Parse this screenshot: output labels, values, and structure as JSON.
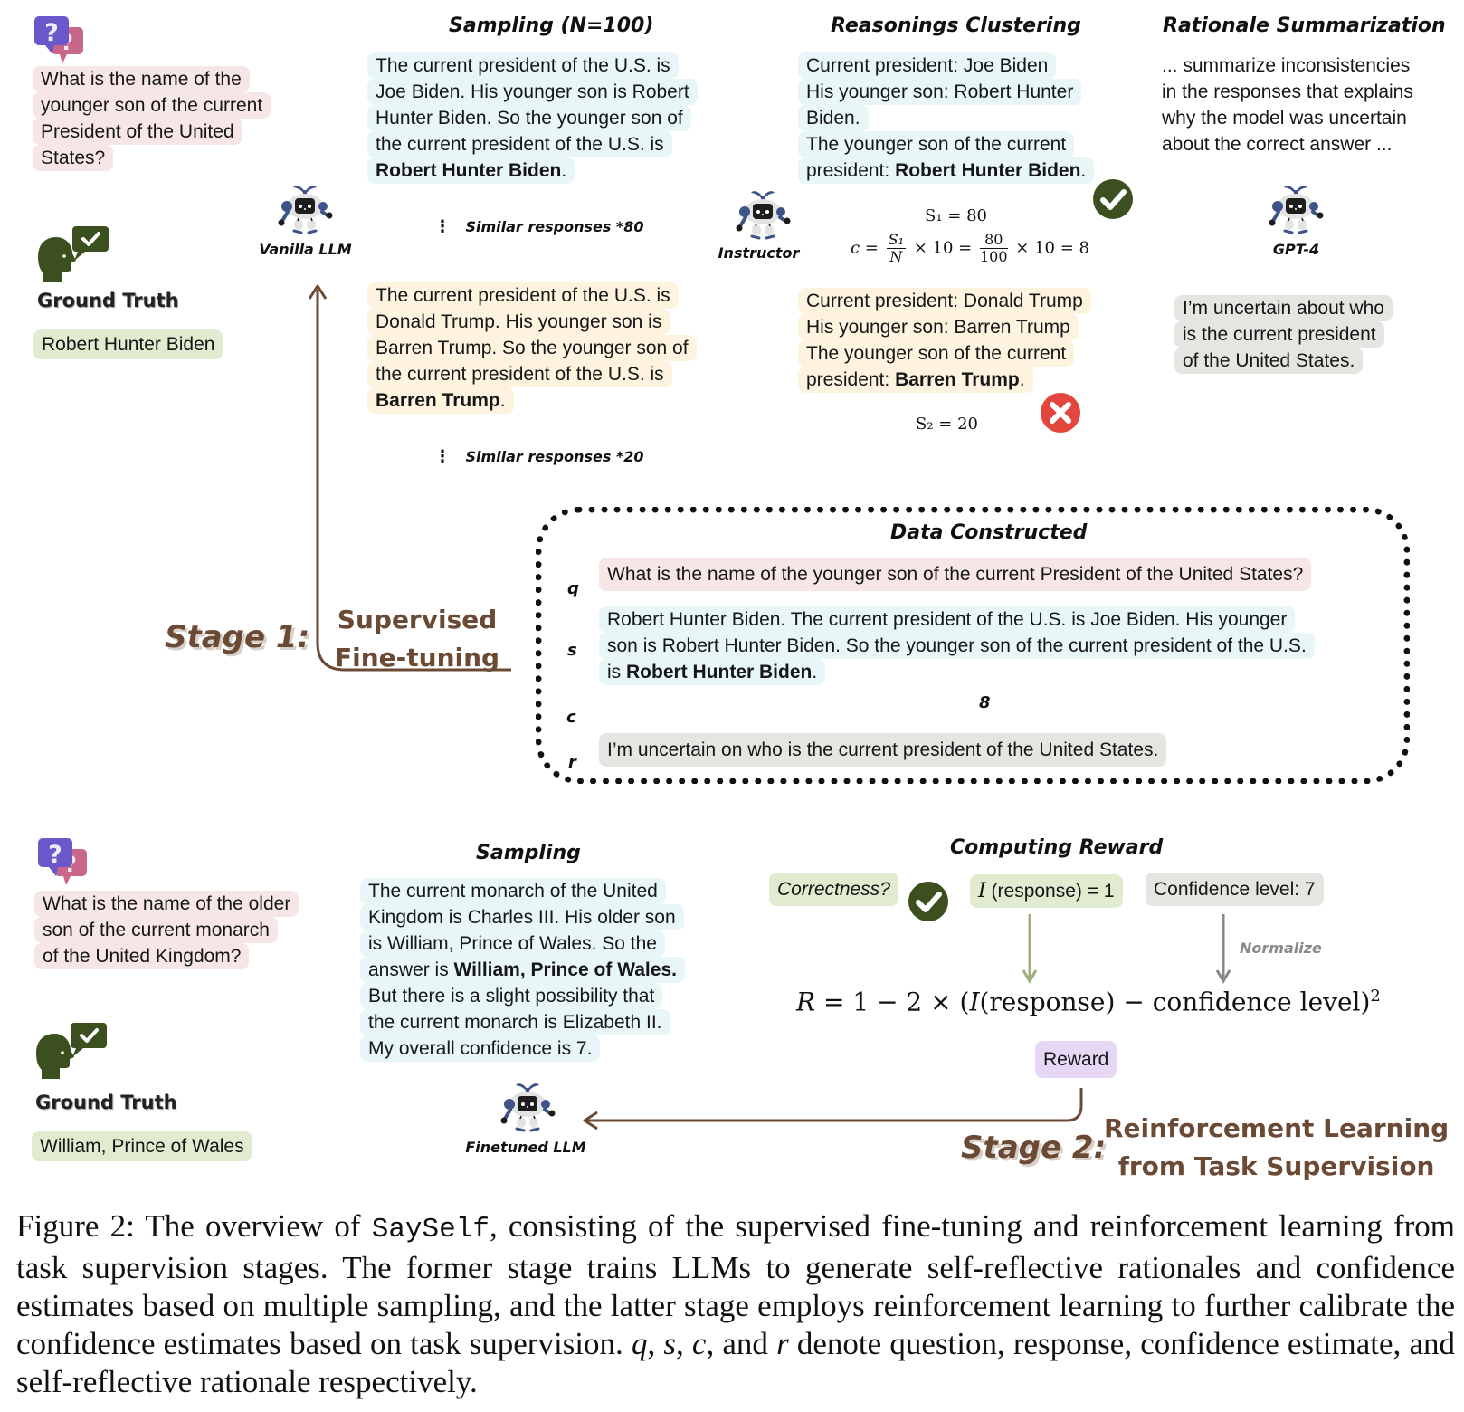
{
  "stage1": {
    "question": {
      "icon": "question-bubbles-icon",
      "lines": [
        "What is the name of the",
        "younger son of the current",
        "President of the United",
        "States?"
      ]
    },
    "ground_truth": {
      "icon": "speaking-head-check-icon",
      "title": "Ground Truth",
      "answer": "Robert Hunter Biden"
    },
    "vanilla_llm": {
      "icon": "robot-icon",
      "label": "Vanilla LLM"
    },
    "sampling": {
      "title": "Sampling (N=100)",
      "response_a": {
        "lines": [
          "The current president of the U.S. is",
          "Joe Biden. His younger son is Robert",
          "Hunter Biden. So the younger son of",
          "the current president of the U.S. is"
        ],
        "answer_bold": "Robert Hunter Biden",
        "answer_tail": "."
      },
      "similar_a": "Similar responses *80",
      "response_b": {
        "lines": [
          "The current president of the U.S. is",
          "Donald Trump. His younger son is",
          "Barren Trump. So the younger son of",
          "the current president of the U.S. is"
        ],
        "answer_bold": "Barren Trump",
        "answer_tail": "."
      },
      "similar_b": "Similar responses *20"
    },
    "instructor": {
      "icon": "robot-icon",
      "label": "Instructor"
    },
    "clustering": {
      "title": "Reasonings Clustering",
      "cluster_1": {
        "lines": [
          "Current president: Joe Biden",
          "His younger son: Robert Hunter",
          "Biden.",
          "The younger son of the current"
        ],
        "last_prefix": "president: ",
        "answer_bold": "Robert Hunter Biden",
        "answer_tail": ".",
        "verdict_icon": "check-circle-icon",
        "score": "S₁ = 80"
      },
      "confidence_formula": {
        "lhs": "c",
        "num1": "S₁",
        "den1": "N",
        "times": "× 10 =",
        "num2": "80",
        "den2": "100",
        "result": "× 10 = 8"
      },
      "cluster_2": {
        "lines": [
          "Current president: Donald Trump",
          "His younger son: Barren Trump",
          "The younger son of the current"
        ],
        "last_prefix": "president: ",
        "answer_bold": "Barren Trump",
        "answer_tail": ".",
        "verdict_icon": "x-circle-icon",
        "score": "S₂ = 20"
      }
    },
    "summarization": {
      "title": "Rationale Summarization",
      "prompt_lines": [
        "... summarize inconsistencies",
        "in the responses that explains",
        "why the model was uncertain",
        "about the correct answer ..."
      ],
      "gpt4": {
        "icon": "robot-icon",
        "label": "GPT-4"
      },
      "rationale_lines": [
        "I’m uncertain about who",
        "is the current president",
        "of the United States."
      ]
    },
    "stage_label": "Stage 1:",
    "stage_name_lines": [
      "Supervised",
      "Fine-tuning"
    ],
    "data_constructed": {
      "title": "Data Constructed",
      "q_label": "q",
      "q_text": "What is the name of the younger son of the current President of the United States?",
      "s_label": "s",
      "s_lines": [
        "Robert Hunter Biden. The current president of the U.S. is Joe Biden. His younger",
        "son is Robert Hunter Biden. So the younger son of the current president of the U.S."
      ],
      "s_last_prefix": "is ",
      "s_answer_bold": "Robert Hunter Biden",
      "s_tail": ".",
      "c_label": "c",
      "c_value": "8",
      "r_label": "r",
      "r_text": "I’m uncertain on who is the current president of the United States."
    }
  },
  "stage2": {
    "question": {
      "icon": "question-bubbles-icon",
      "lines": [
        "What is the name of the older",
        "son of the current monarch",
        "of the United Kingdom?"
      ]
    },
    "ground_truth": {
      "icon": "speaking-head-check-icon",
      "title": "Ground Truth",
      "answer": "William, Prince of Wales"
    },
    "sampling": {
      "title": "Sampling",
      "lines_before": [
        "The current monarch of the United",
        "Kingdom is Charles III. His older son",
        "is William, Prince of Wales. So the"
      ],
      "answer_prefix": "answer is ",
      "answer_bold": "William, Prince of Wales.",
      "lines_after": [
        "But there is a slight possibility that",
        "the current monarch is Elizabeth II.",
        "My overall confidence is 7."
      ]
    },
    "finetuned_llm": {
      "icon": "robot-icon",
      "label": "Finetuned LLM"
    },
    "reward": {
      "title": "Computing Reward",
      "correctness": "Correctness?",
      "correct_icon": "check-circle-icon",
      "indicator_fn": "I",
      "indicator_rest": " (response) = 1",
      "confidence": "Confidence level: 7",
      "normalize": "Normalize",
      "formula_lhs": "R",
      "formula_mid": " = 1 − 2 × (",
      "formula_fn": "I",
      "formula_rest": "(response) − confidence level)",
      "formula_exp": "2",
      "reward_label": "Reward"
    },
    "stage_label": "Stage 2:",
    "stage_name_lines": [
      "Reinforcement Learning",
      "from Task Supervision"
    ]
  },
  "caption": {
    "prefix": "Figure 2: The overview of ",
    "system_name": "SaySelf",
    "body1": ", consisting of the supervised fine-tuning and reinforcement learning from task supervision stages. The former stage trains LLMs to generate self-reflective rationales and confidence estimates based on multiple sampling, and the latter stage employs reinforcement learning to further calibrate the confidence estimates based on task supervision. ",
    "var_q": "q",
    "sep1": ", ",
    "var_s": "s",
    "sep2": ", ",
    "var_c": "c",
    "sep3": ", and ",
    "var_r": "r",
    "body2": " denote question, response, confidence estimate, and self-reflective rationale respectively."
  },
  "colors": {
    "stage_brown": "#6b4a35",
    "question_pink": "#f6e6e6",
    "response_cyan": "#e8f6f8",
    "wrong_cream": "#fdf3df",
    "rationale_gray": "#e6e5e2",
    "truth_green": "#e1ebcf",
    "reward_lavender": "#e6d7f5",
    "check_green": "#3d4f1f",
    "x_red": "#e2463c"
  }
}
